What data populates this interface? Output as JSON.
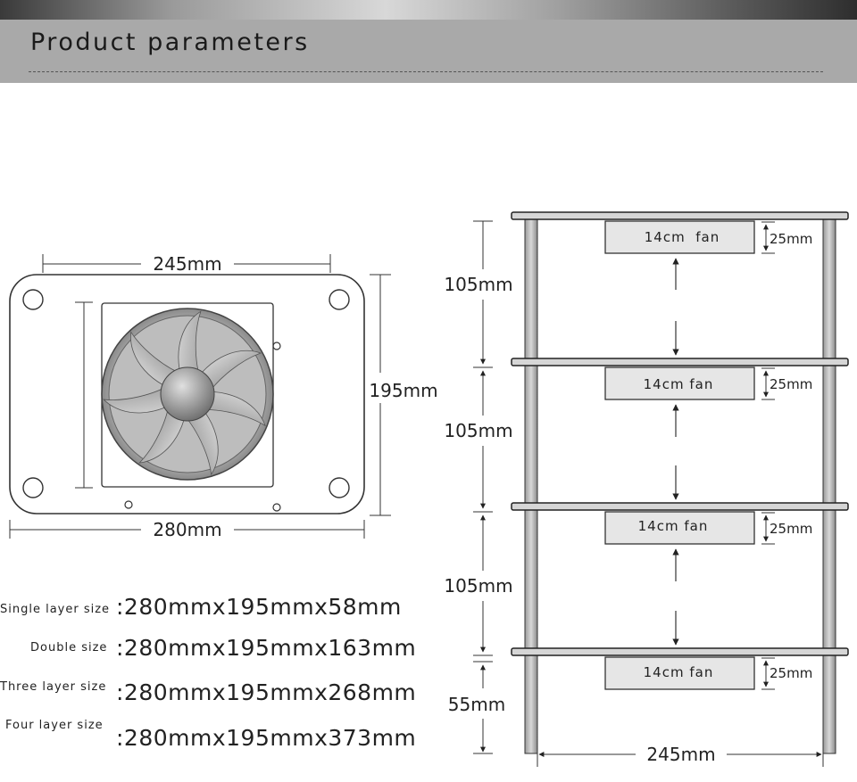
{
  "header": {
    "title": "Product parameters"
  },
  "fan_plate": {
    "width_label": "245mm",
    "height_label": "195mm",
    "bottom_label": "280mm"
  },
  "rack": {
    "layers": [
      {
        "fan_label": "14cm  fan",
        "gap_label": "25mm",
        "spacing_label": "105mm"
      },
      {
        "fan_label": "14cm fan",
        "gap_label": "25mm",
        "spacing_label": "105mm"
      },
      {
        "fan_label": "14cm fan",
        "gap_label": "25mm",
        "spacing_label": "105mm"
      },
      {
        "fan_label": "14cm fan",
        "gap_label": "25mm",
        "spacing_label": "55mm"
      }
    ],
    "width_label": "245mm"
  },
  "sizes": [
    {
      "label": "Single layer size",
      "value": ":280mmx195mmx58mm"
    },
    {
      "label": "Double size",
      "value": ":280mmx195mmx163mm"
    },
    {
      "label": "Three layer size",
      "value": ":280mmx195mmx268mm"
    },
    {
      "label": "Four layer size",
      "value": ":280mmx195mmx373mm"
    }
  ]
}
